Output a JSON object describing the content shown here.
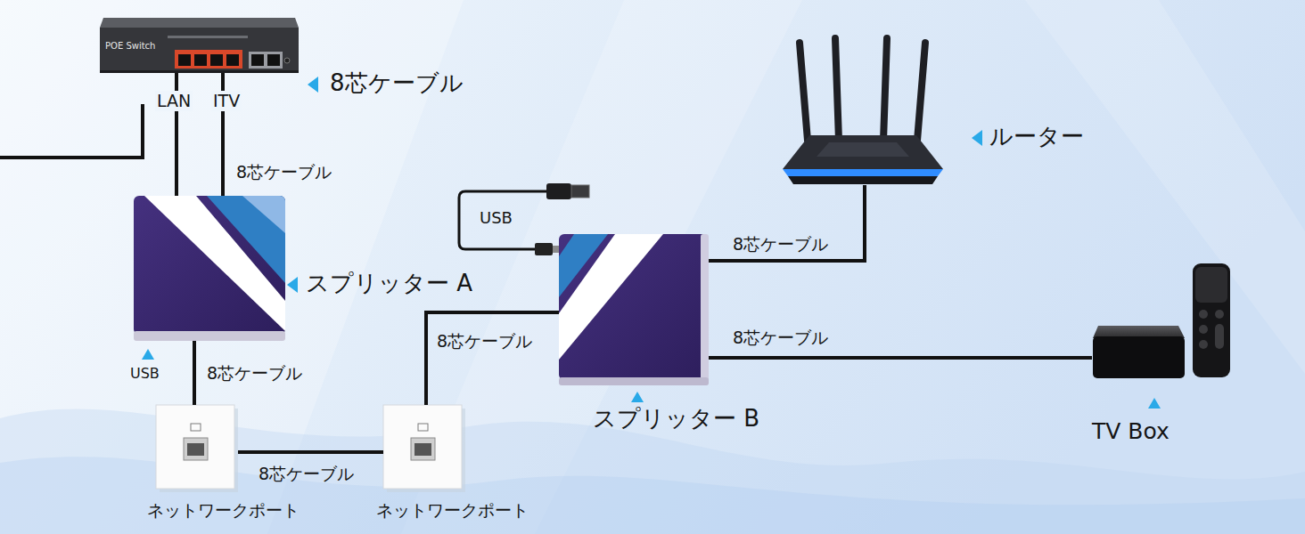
{
  "diagram": {
    "nodes": [
      {
        "text": [
          "POE Switch"
        ]
      },
      {
        "text": [
          "ルーター"
        ]
      },
      {
        "text": [
          "スプリッター A"
        ]
      },
      {
        "text": [
          "スプリッター B"
        ]
      },
      {
        "text": [
          "TV Box"
        ]
      },
      {
        "text": [
          "ネットワークポート"
        ]
      },
      {
        "text": [
          "ネットワークポート"
        ]
      }
    ],
    "edges": [
      {
        "from": 0,
        "to": 2,
        "arrow": "none",
        "label": "LAN"
      },
      {
        "from": 0,
        "to": 2,
        "arrow": "none",
        "label": "ITV"
      },
      {
        "from": 2,
        "to": 5,
        "arrow": "none",
        "label": "8芯ケーブル"
      },
      {
        "from": 5,
        "to": 6,
        "arrow": "none",
        "label": "8芯ケーブル"
      },
      {
        "from": 6,
        "to": 3,
        "arrow": "none",
        "label": "8芯ケーブル"
      },
      {
        "from": 3,
        "to": 1,
        "arrow": "none",
        "label": "8芯ケーブル"
      },
      {
        "from": 3,
        "to": 4,
        "arrow": "none",
        "label": "8芯ケーブル"
      }
    ],
    "labels": [
      "8芯ケーブル",
      "8芯ケーブル",
      "USB",
      "USB"
    ]
  }
}
